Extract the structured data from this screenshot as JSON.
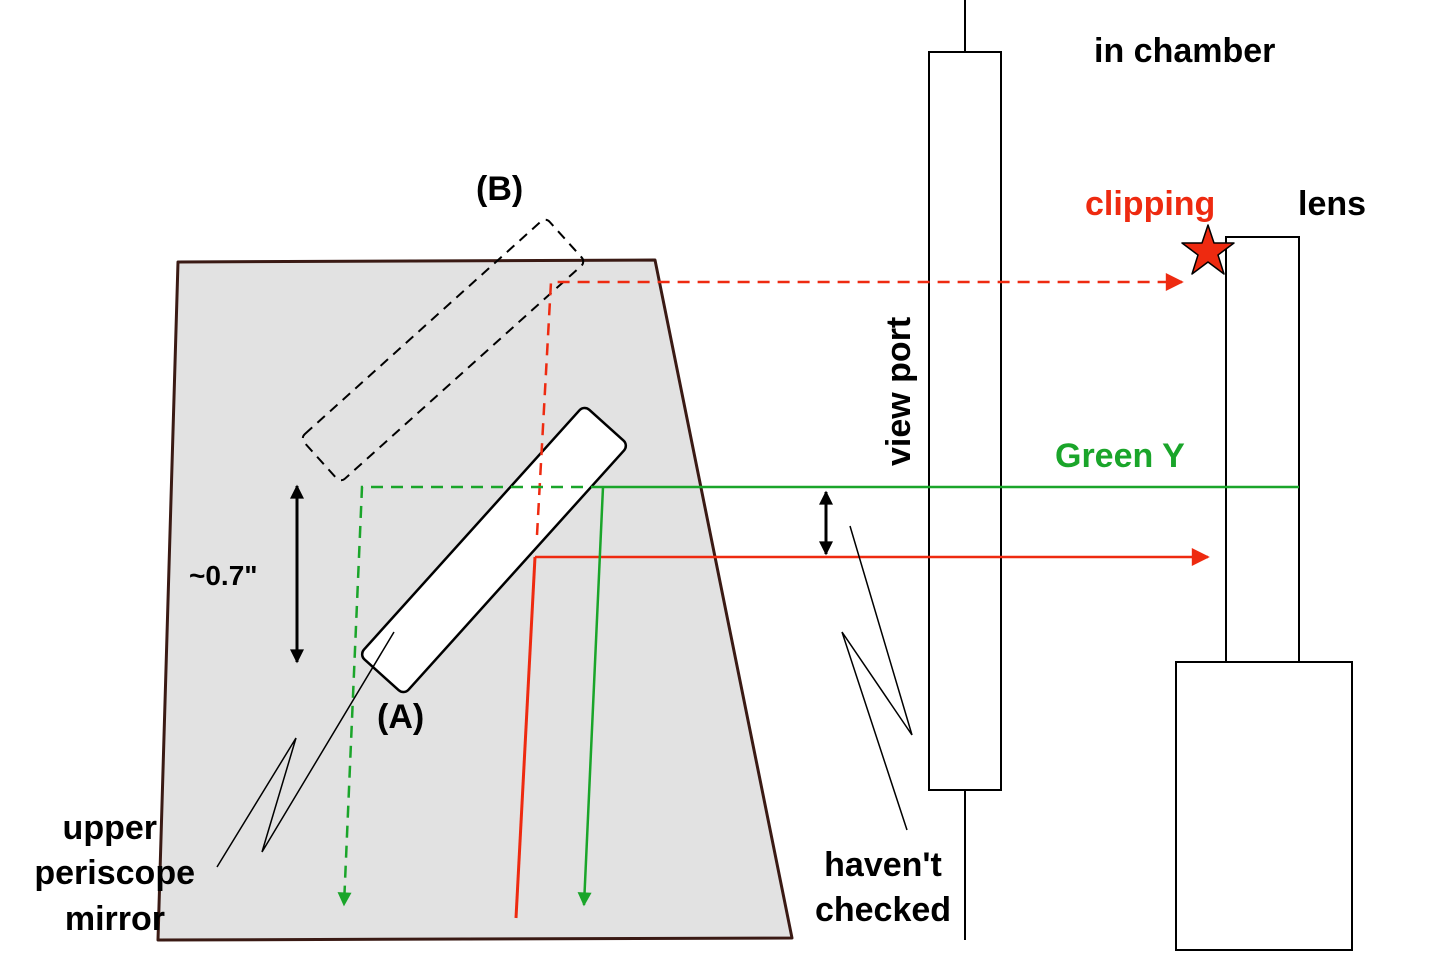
{
  "labels": {
    "in_chamber": "in chamber",
    "clipping": "clipping",
    "lens": "lens",
    "view_port": "view port",
    "green_y": "Green Y",
    "distance": "~0.7\"",
    "mirror_a": "(A)",
    "mirror_b": "(B)",
    "upper_line1": "upper",
    "upper_line2": "periscope",
    "upper_line3": "mirror",
    "havent_line1": "haven't",
    "havent_line2": "checked"
  },
  "colors": {
    "red_beam": "#ee2a10",
    "green_beam": "#1aa52a",
    "housing_fill": "#e2e2e2",
    "housing_stroke": "#3a1a14",
    "star": "#ee2a10"
  }
}
